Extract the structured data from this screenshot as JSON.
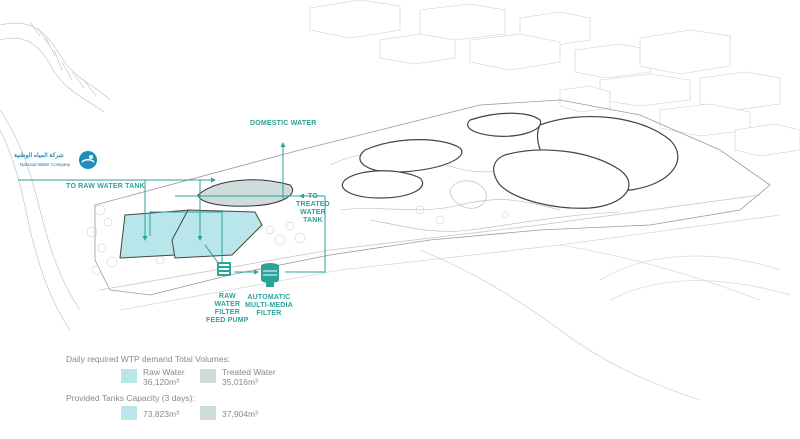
{
  "colors": {
    "accent": "#2aa39a",
    "raw_water_fill": "#b9e6ea",
    "treated_water_fill": "#cfdcdc",
    "logo_blue": "#1e8fb8"
  },
  "logo": {
    "arabic_name": "شركة المياه الوطنية",
    "english_name": "National Water Company",
    "icon": "water-drop-icon"
  },
  "labels": {
    "domestic_water": "DOMESTIC WATER",
    "to_raw_water_tank": "TO RAW WATER TANK",
    "to_treated_water_tank": "TO\nTREATED\nWATER\nTANK",
    "raw_water_filter_feed_pump": "RAW\nWATER\nFILTER\nFEED PUMP",
    "automatic_multi_media_filter": "AUTOMATIC\nMULTI-MEDIA\nFILTER"
  },
  "legend": {
    "demand_heading": "Daily required WTP demand  Total Volumes:",
    "raw_water_label": "Raw Water",
    "raw_water_value": "36,120m³",
    "treated_water_label": "Treated Water",
    "treated_water_value": "35,016m³",
    "capacity_heading": "Provided Tanks Capacity (3 days):",
    "raw_capacity_value": "73,823m³",
    "treated_capacity_value": "37,904m³"
  }
}
